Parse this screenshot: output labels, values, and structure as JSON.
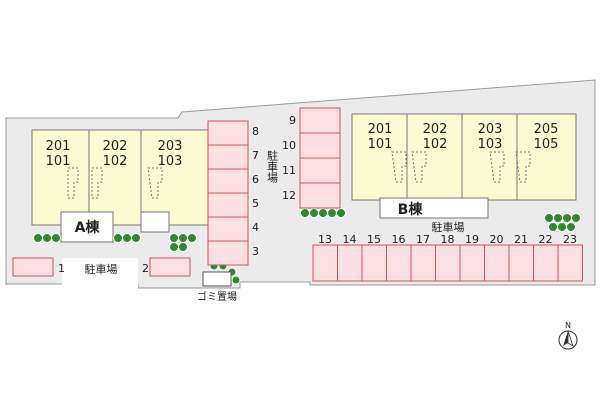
{
  "colors": {
    "lot": "#ebebeb",
    "building": "#fbfbd2",
    "building_stroke": "#777777",
    "parking_fill": "#fde0e4",
    "parking_stroke": "#d1505c",
    "tree": "#2f8a2f",
    "road": "#ffffff"
  },
  "building_a": {
    "label": "A棟",
    "units": [
      {
        "upper": "201",
        "lower": "101"
      },
      {
        "upper": "202",
        "lower": "102"
      },
      {
        "upper": "203",
        "lower": "103"
      }
    ]
  },
  "building_b": {
    "label": "B棟",
    "units": [
      {
        "upper": "201",
        "lower": "101"
      },
      {
        "upper": "202",
        "lower": "102"
      },
      {
        "upper": "203",
        "lower": "103"
      },
      {
        "upper": "205",
        "lower": "105"
      }
    ]
  },
  "parking_labels": {
    "a_front": "駐車場",
    "b_front": "駐車場",
    "center": "駐車場"
  },
  "garbage_label": "ゴミ置場",
  "north_label": "N",
  "parking_spaces": {
    "vertical_column": [
      "8",
      "7",
      "6",
      "5",
      "4",
      "3"
    ],
    "upper_column": [
      "9",
      "10",
      "11",
      "12"
    ],
    "bottom_row": [
      "13",
      "14",
      "15",
      "16",
      "17",
      "18",
      "19",
      "20",
      "21",
      "22",
      "23"
    ],
    "single_1": "1",
    "single_2": "2"
  }
}
